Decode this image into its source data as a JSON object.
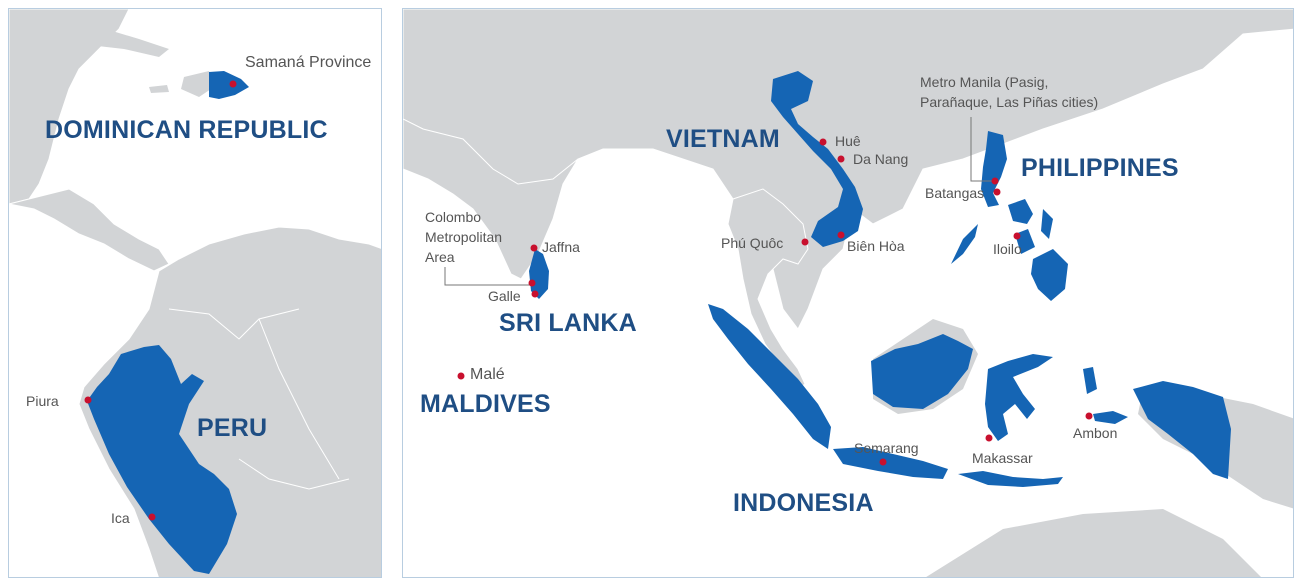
{
  "colors": {
    "water": "#ffffff",
    "land": "#d2d4d6",
    "highlight": "#1565b4",
    "label": "#1f4e84",
    "city_dot": "#c8102e",
    "city_text": "#555555",
    "border": "#b8cde0"
  },
  "countries": {
    "dominican_republic": "DOMINICAN REPUBLIC",
    "peru": "PERU",
    "vietnam": "VIETNAM",
    "philippines": "PHILIPPINES",
    "sri_lanka": "SRI LANKA",
    "maldives": "MALDIVES",
    "indonesia": "INDONESIA"
  },
  "cities": {
    "samana": "Samaná Province",
    "piura": "Piura",
    "ica": "Ica",
    "hue": "Huê",
    "da_nang": "Da Nang",
    "phu_quoc": "Phú Quôc",
    "bien_hoa": "Biên Hòa",
    "metro_manila_line1": "Metro Manila (Pasig,",
    "metro_manila_line2": "Parañaque, Las Piñas cities)",
    "batangas": "Batangas",
    "iloilo": "Iloilo",
    "colombo_line1": "Colombo",
    "colombo_line2": "Metropolitan",
    "colombo_line3": "Area",
    "jaffna": "Jaffna",
    "galle": "Galle",
    "male": "Malé",
    "semarang": "Semarang",
    "makassar": "Makassar",
    "ambon": "Ambon"
  }
}
